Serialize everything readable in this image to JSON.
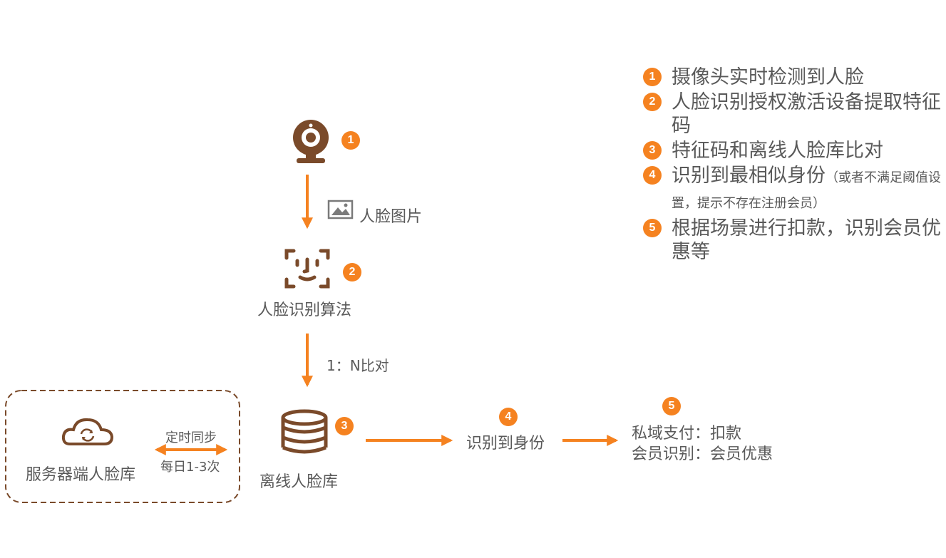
{
  "flow": {
    "camera_num": "1",
    "image_label": "人脸图片",
    "algo_num": "2",
    "algo_label": "人脸识别算法",
    "compare_label": "1：N比对",
    "db_num": "3",
    "db_label": "离线人脸库",
    "identify_num": "4",
    "identify_label": "识别到身份",
    "result_num": "5",
    "result_line1": "私域支付：扣款",
    "result_line2": "会员识别：会员优惠",
    "server_label": "服务器端人脸库",
    "sync_top": "定时同步",
    "sync_bottom": "每日1-3次"
  },
  "legend": [
    {
      "num": "1",
      "text": "摄像头实时检测到人脸",
      "note": ""
    },
    {
      "num": "2",
      "text": "人脸识别授权激活设备提取特征码",
      "note": ""
    },
    {
      "num": "3",
      "text": "特征码和离线人脸库比对",
      "note": ""
    },
    {
      "num": "4",
      "text": "识别到最相似身份",
      "note": "（或者不满足阈值设置，提示不存在注册会员）"
    },
    {
      "num": "5",
      "text": "根据场景进行扣款，识别会员优惠等",
      "note": ""
    }
  ],
  "colors": {
    "accent": "#f58220",
    "icon": "#7a4a2a",
    "text": "#595959"
  }
}
